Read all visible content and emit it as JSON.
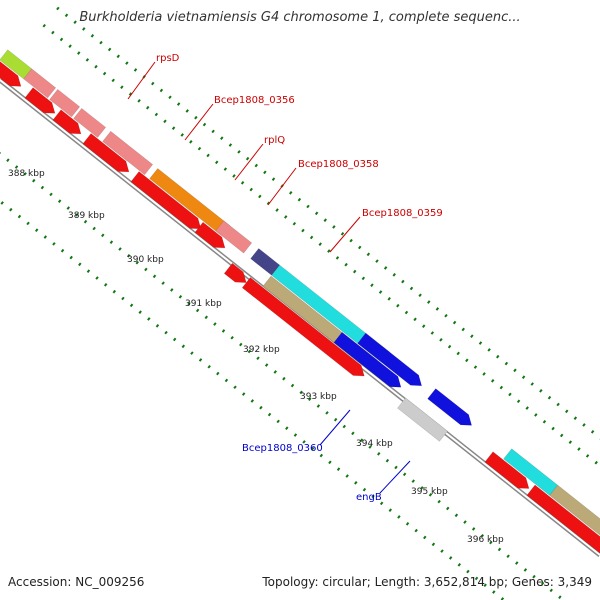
{
  "title": "Burkholderia vietnamiensis G4 chromosome 1, complete sequenc...",
  "accession": "Accession: NC_009256",
  "topology": "Topology: circular; Length: 3,652,814 bp; Genes: 3,349",
  "colors": {
    "backbone": "#888888",
    "cds": "#ee1111",
    "cds_light": "#ee8888",
    "orange": "#ee8811",
    "olive": "#bbaa77",
    "cyan": "#22dddd",
    "blue": "#1111dd",
    "navy": "#444488",
    "grey": "#cccccc",
    "green": "#aadd33",
    "ring_dots": "#117711",
    "label_red": "#cc0000",
    "label_blue": "#0000cc"
  },
  "ticks": [
    "388 kbp",
    "389 kbp",
    "390 kbp",
    "391 kbp",
    "392 kbp",
    "393 kbp",
    "394 kbp",
    "395 kbp",
    "396 kbp"
  ],
  "labels": [
    {
      "name": "rpsD",
      "color": "label_red"
    },
    {
      "name": "Bcep1808_0356",
      "color": "label_red"
    },
    {
      "name": "rplQ",
      "color": "label_red"
    },
    {
      "name": "Bcep1808_0358",
      "color": "label_red"
    },
    {
      "name": "Bcep1808_0359",
      "color": "label_red"
    },
    {
      "name": "Bcep1808_0360",
      "color": "label_blue"
    },
    {
      "name": "engB",
      "color": "label_blue"
    }
  ]
}
